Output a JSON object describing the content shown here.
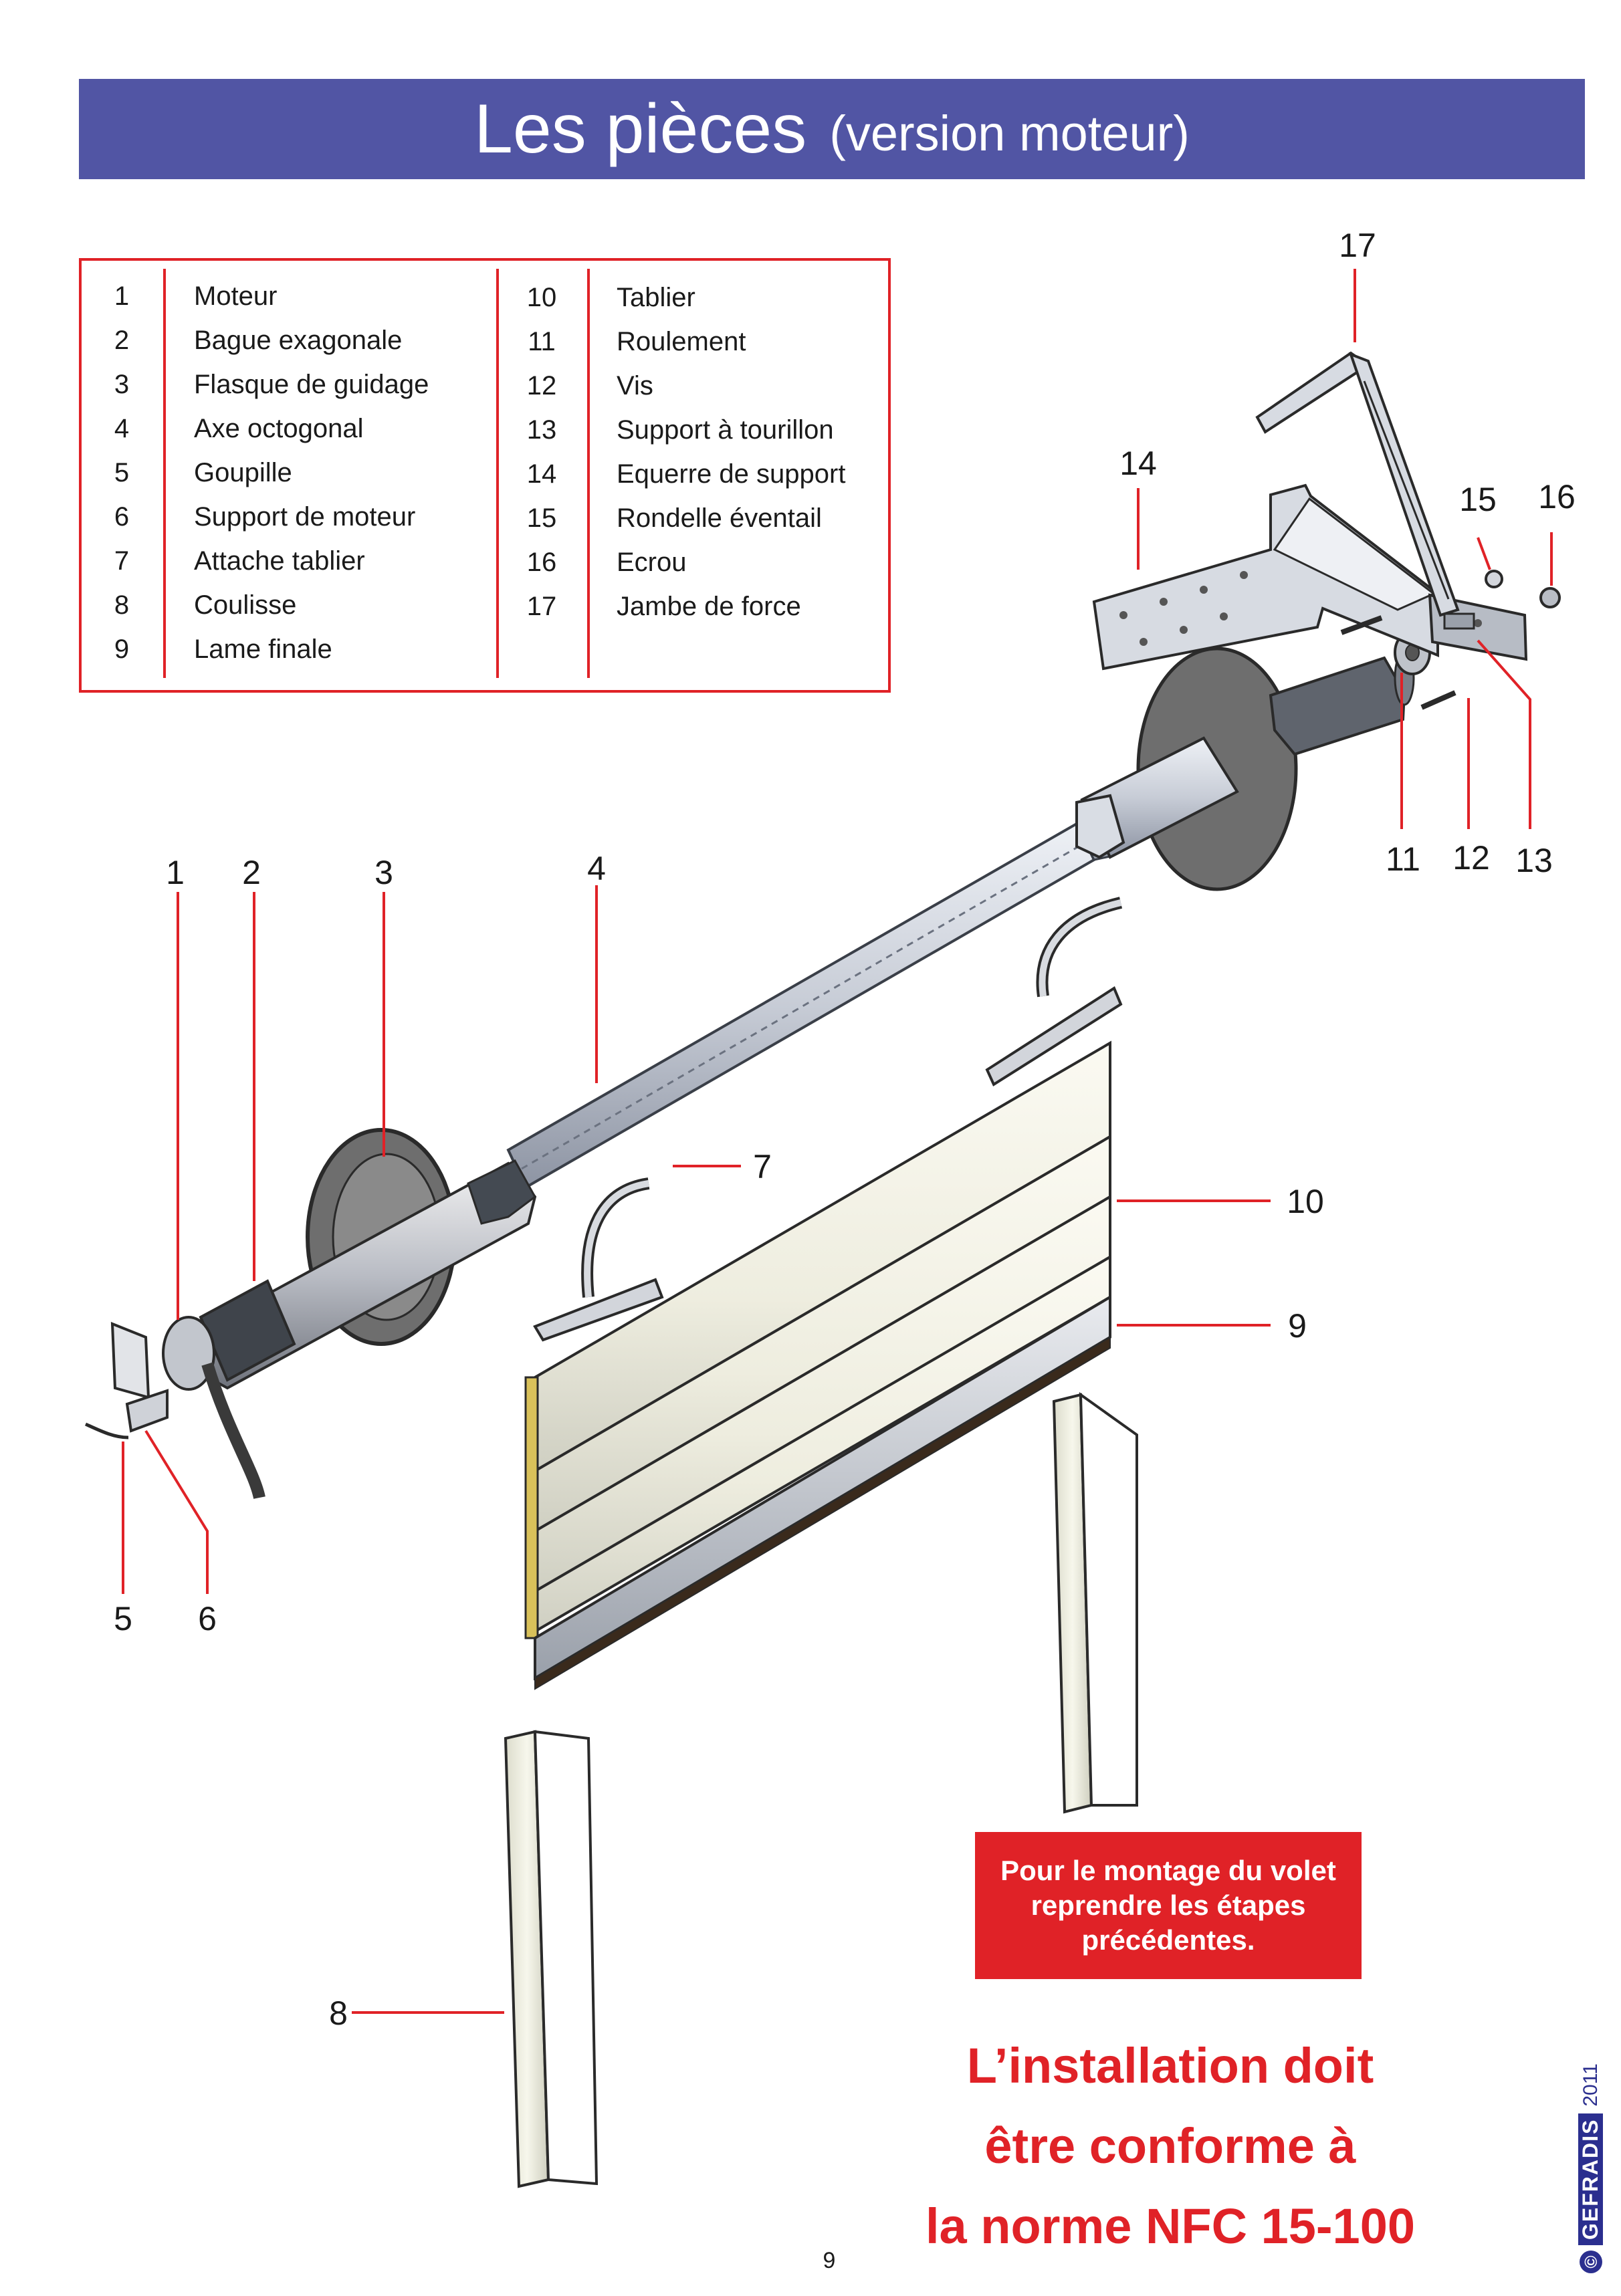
{
  "header": {
    "title": "Les pièces",
    "subtitle": "(version moteur)"
  },
  "parts": [
    {
      "num": "1",
      "label": "Moteur"
    },
    {
      "num": "2",
      "label": "Bague exagonale"
    },
    {
      "num": "3",
      "label": "Flasque de guidage"
    },
    {
      "num": "4",
      "label": "Axe octogonal"
    },
    {
      "num": "5",
      "label": "Goupille"
    },
    {
      "num": "6",
      "label": "Support de moteur"
    },
    {
      "num": "7",
      "label": "Attache tablier"
    },
    {
      "num": "8",
      "label": "Coulisse"
    },
    {
      "num": "9",
      "label": "Lame finale"
    },
    {
      "num": "10",
      "label": "Tablier"
    },
    {
      "num": "11",
      "label": "Roulement"
    },
    {
      "num": "12",
      "label": "Vis"
    },
    {
      "num": "13",
      "label": "Support à tourillon"
    },
    {
      "num": "14",
      "label": "Equerre de support"
    },
    {
      "num": "15",
      "label": "Rondelle éventail"
    },
    {
      "num": "16",
      "label": "Ecrou"
    },
    {
      "num": "17",
      "label": "Jambe de force"
    }
  ],
  "diagram": {
    "callouts": [
      "1",
      "2",
      "3",
      "4",
      "5",
      "6",
      "7",
      "8",
      "9",
      "10",
      "11",
      "12",
      "13",
      "14",
      "15",
      "16",
      "17"
    ]
  },
  "notice": {
    "text": "Pour le montage du volet reprendre les étapes précédentes."
  },
  "norm": {
    "line1": "L’installation doit",
    "line2": "être conforme à",
    "line3": "la norme NFC 15-100"
  },
  "footer": {
    "brand": "GEFRADIS",
    "year": "2011",
    "page_number": "9"
  },
  "colors": {
    "banner": "#5155a4",
    "accent_red": "#e02227",
    "brand_blue": "#2b2f8f"
  }
}
